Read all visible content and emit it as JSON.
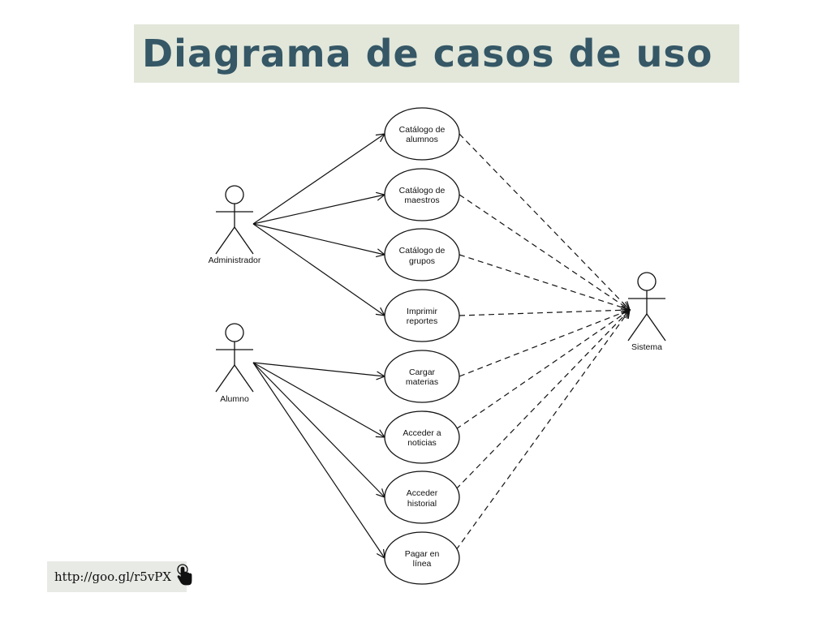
{
  "title": "Diagrama de casos de uso",
  "actors": [
    {
      "id": "admin",
      "label": "Administrador"
    },
    {
      "id": "alumno",
      "label": "Alumno"
    },
    {
      "id": "sistema",
      "label": "Sistema"
    }
  ],
  "use_cases": [
    {
      "id": "uc1",
      "line1": "Catálogo de",
      "line2": "alumnos"
    },
    {
      "id": "uc2",
      "line1": "Catálogo de",
      "line2": "maestros"
    },
    {
      "id": "uc3",
      "line1": "Catálogo de",
      "line2": "grupos"
    },
    {
      "id": "uc4",
      "line1": "Imprimir",
      "line2": "reportes"
    },
    {
      "id": "uc5",
      "line1": "Cargar",
      "line2": "materias"
    },
    {
      "id": "uc6",
      "line1": "Acceder a",
      "line2": "noticias"
    },
    {
      "id": "uc7",
      "line1": "Acceder",
      "line2": "historial"
    },
    {
      "id": "uc8",
      "line1": "Pagar en",
      "line2": "línea"
    }
  ],
  "associations": [
    {
      "from": "admin",
      "to": "uc1"
    },
    {
      "from": "admin",
      "to": "uc2"
    },
    {
      "from": "admin",
      "to": "uc3"
    },
    {
      "from": "admin",
      "to": "uc4"
    },
    {
      "from": "alumno",
      "to": "uc5"
    },
    {
      "from": "alumno",
      "to": "uc6"
    },
    {
      "from": "alumno",
      "to": "uc7"
    },
    {
      "from": "alumno",
      "to": "uc8"
    }
  ],
  "dependencies": [
    {
      "from": "uc1",
      "to": "sistema"
    },
    {
      "from": "uc2",
      "to": "sistema"
    },
    {
      "from": "uc3",
      "to": "sistema"
    },
    {
      "from": "uc4",
      "to": "sistema"
    },
    {
      "from": "uc5",
      "to": "sistema"
    },
    {
      "from": "uc6",
      "to": "sistema"
    },
    {
      "from": "uc7",
      "to": "sistema"
    },
    {
      "from": "uc8",
      "to": "sistema"
    }
  ],
  "link": {
    "text": "http://goo.gl/r5vPX",
    "icon": "hand-pointer-icon"
  }
}
